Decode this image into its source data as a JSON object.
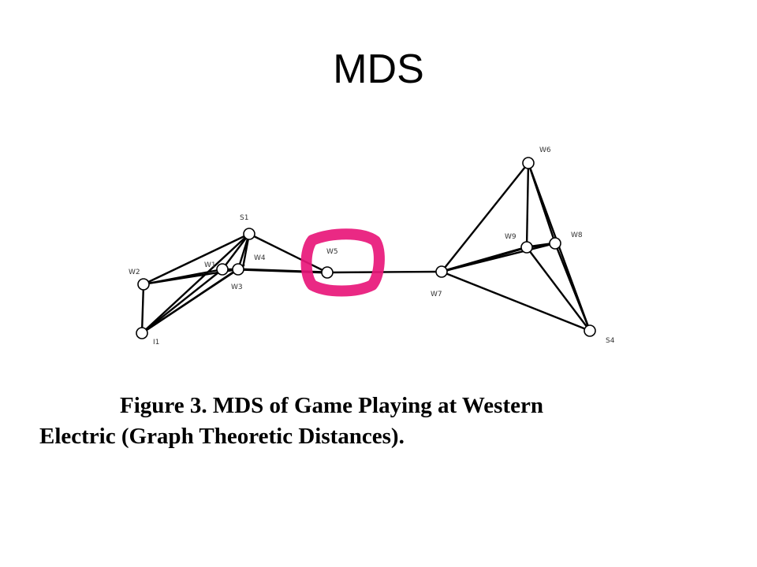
{
  "slide": {
    "title": "MDS"
  },
  "caption": {
    "line1": "Figure 3.  MDS of Game Playing at Western",
    "line2": "Electric (Graph Theoretic Distances)."
  },
  "colors": {
    "highlight": "#e8177a",
    "edges": "#000000",
    "nodes": "#ffffff"
  },
  "network": {
    "nodes": [
      {
        "id": "S1",
        "label": "S1"
      },
      {
        "id": "W2",
        "label": "W2"
      },
      {
        "id": "W1",
        "label": "W1"
      },
      {
        "id": "W4",
        "label": "W4"
      },
      {
        "id": "W3",
        "label": "W3"
      },
      {
        "id": "I1",
        "label": "I1"
      },
      {
        "id": "W5",
        "label": "W5"
      },
      {
        "id": "W7",
        "label": "W7"
      },
      {
        "id": "W6",
        "label": "W6"
      },
      {
        "id": "W9",
        "label": "W9"
      },
      {
        "id": "W8",
        "label": "W8"
      },
      {
        "id": "S4",
        "label": "S4"
      }
    ],
    "highlighted_node": "W5"
  }
}
